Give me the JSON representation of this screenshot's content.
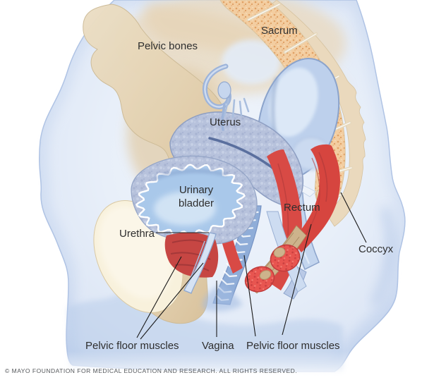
{
  "figure": {
    "labels": {
      "pelvic_bones": "Pelvic bones",
      "sacrum": "Sacrum",
      "uterus": "Uterus",
      "urinary_bladder": "Urinary bladder",
      "urethra": "Urethra",
      "rectum": "Rectum",
      "coccyx": "Coccyx",
      "pelvic_floor_muscles_left": "Pelvic floor muscles",
      "vagina": "Vagina",
      "pelvic_floor_muscles_right": "Pelvic floor muscles"
    },
    "footer": {
      "copyright": "© MAYO FOUNDATION FOR MEDICAL EDUCATION AND RESEARCH. ALL RIGHTS RESERVED."
    },
    "colors": {
      "label_text": "#2e2e2e",
      "leader_line": "#1a1a1a",
      "body_blue": "#c9d8ee",
      "bone_tan": "#e3cfae",
      "sacrum_orange": "#f3cda0",
      "organ_blue_gray": "#b7c2dc",
      "bladder_interior": "#a9c8ea",
      "muscle_red": "#d84a45",
      "bright_muscle_red": "#ee5650",
      "cream_pad": "#f8f1dc",
      "copyright_text": "#54575a"
    }
  }
}
